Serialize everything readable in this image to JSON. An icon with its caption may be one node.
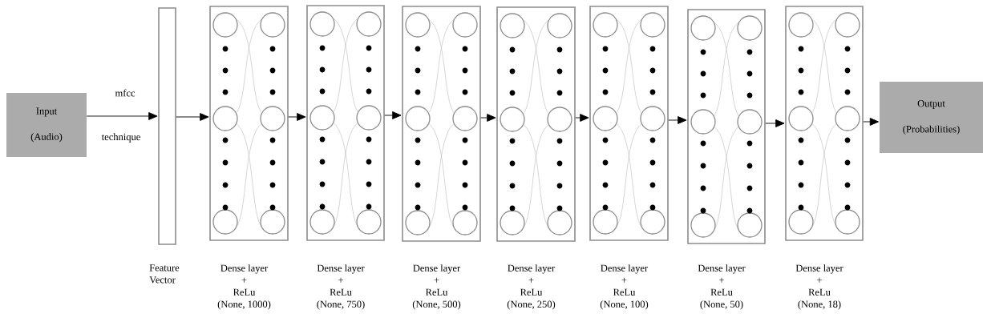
{
  "diagram": {
    "nodes": [
      {
        "text": [
          "Input",
          "(Audio)"
        ]
      },
      {
        "text": [],
        "shape": "bar",
        "beside": [
          "Feature",
          "Vector"
        ]
      },
      {
        "text": [],
        "shape": "box",
        "beside": [
          "Dense layer",
          "+",
          "ReLu",
          "(None, 1000)"
        ]
      },
      {
        "text": [],
        "shape": "box",
        "beside": [
          "Dense layer",
          "+",
          "ReLu",
          "(None, 750)"
        ]
      },
      {
        "text": [],
        "shape": "box",
        "beside": [
          "Dense layer",
          "+",
          "ReLu",
          "(None, 500)"
        ]
      },
      {
        "text": [],
        "shape": "box",
        "beside": [
          "Dense layer",
          "+",
          "ReLu",
          "(None, 250)"
        ]
      },
      {
        "text": [],
        "shape": "box",
        "beside": [
          "Dense layer",
          "+",
          "ReLu",
          "(None, 100)"
        ]
      },
      {
        "text": [],
        "shape": "box",
        "beside": [
          "Dense layer",
          "+",
          "ReLu",
          "(None, 50)"
        ]
      },
      {
        "text": [],
        "shape": "box",
        "beside": [
          "Dense layer",
          "+",
          "ReLu",
          "(None, 18)"
        ]
      },
      {
        "text": [
          "Output",
          "(Probabilities)"
        ]
      }
    ],
    "edges": [
      {
        "from": 0,
        "to": 1,
        "arrow": "to"
      },
      {
        "from": 1,
        "to": 2,
        "arrow": "to"
      },
      {
        "from": 2,
        "to": 3,
        "arrow": "to"
      },
      {
        "from": 3,
        "to": 4,
        "arrow": "to"
      },
      {
        "from": 4,
        "to": 5,
        "arrow": "to"
      },
      {
        "from": 5,
        "to": 6,
        "arrow": "to"
      },
      {
        "from": 6,
        "to": 7,
        "arrow": "to"
      },
      {
        "from": 7,
        "to": 8,
        "arrow": "to"
      },
      {
        "from": 8,
        "to": 9,
        "arrow": "to"
      }
    ],
    "labels": [
      "mfcc",
      "technique"
    ]
  }
}
